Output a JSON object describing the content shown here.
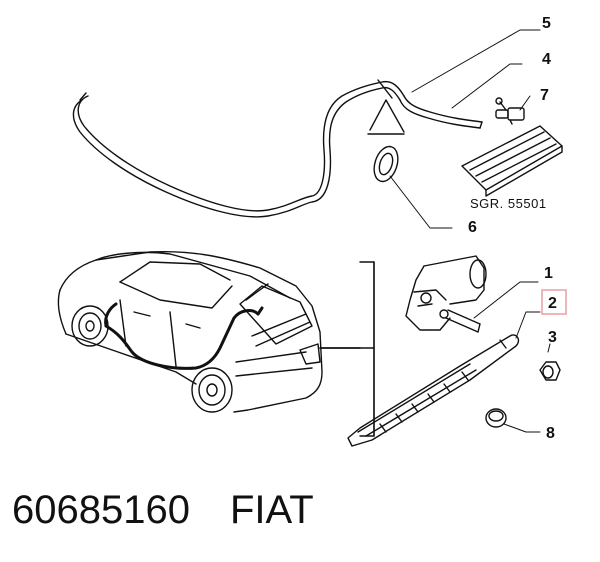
{
  "callouts": {
    "c1": "1",
    "c2": "2",
    "c3": "3",
    "c4": "4",
    "c5": "5",
    "c6": "6",
    "c7": "7",
    "c8": "8"
  },
  "reference_label": "SGR. 55501",
  "caption": {
    "part_number": "60685160",
    "brand": "FIAT"
  },
  "colors": {
    "line": "#111111",
    "highlight_box": "#e8a0a0",
    "background": "#ffffff"
  }
}
